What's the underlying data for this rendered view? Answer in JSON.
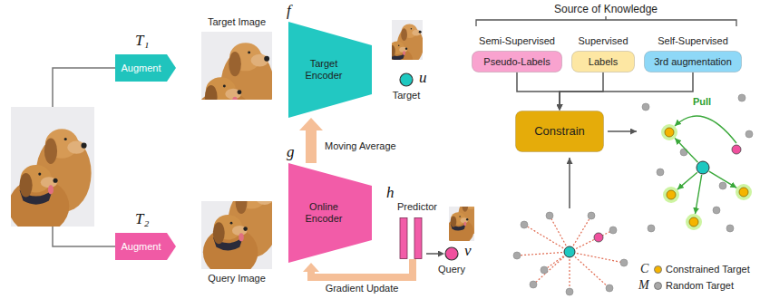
{
  "diagram": {
    "nodes": [
      {
        "text": [
          "T₁",
          "Augment"
        ]
      },
      {
        "text": [
          "Target Image"
        ]
      },
      {
        "text": [
          "f",
          "Target Encoder"
        ]
      },
      {
        "text": [
          "u",
          "Target"
        ]
      },
      {
        "text": [
          "T₂",
          "Augment"
        ]
      },
      {
        "text": [
          "Query Image"
        ]
      },
      {
        "text": [
          "g",
          "Online Encoder"
        ]
      },
      {
        "text": [
          "h",
          "Predictor"
        ]
      },
      {
        "text": [
          "v",
          "Query"
        ]
      },
      {
        "text": [
          "Semi-Supervised",
          "Pseudo-Labels"
        ]
      },
      {
        "text": [
          "Supervised",
          "Labels"
        ]
      },
      {
        "text": [
          "Self-Supervised",
          "3rd augmentation"
        ]
      },
      {
        "text": [
          "Constrain"
        ]
      }
    ],
    "edges": [
      {
        "from": 6,
        "to": 2,
        "label": "Moving Average",
        "arrow": "to"
      },
      {
        "from": 7,
        "to": 6,
        "label": "Gradient Update",
        "arrow": "to"
      },
      {
        "from": 7,
        "to": 8,
        "arrow": "to"
      },
      {
        "from": 9,
        "to": 12,
        "arrow": "to"
      },
      {
        "from": 10,
        "to": 12,
        "arrow": "to"
      },
      {
        "from": 11,
        "to": 12,
        "arrow": "to"
      }
    ],
    "labels": [
      "Source of Knowledge",
      "Pull",
      "C",
      "M"
    ],
    "legend": [
      {
        "text": "Constrained Target",
        "color": "#f5b400"
      },
      {
        "text": "Random Target",
        "color": "#a8a8a8"
      }
    ]
  }
}
